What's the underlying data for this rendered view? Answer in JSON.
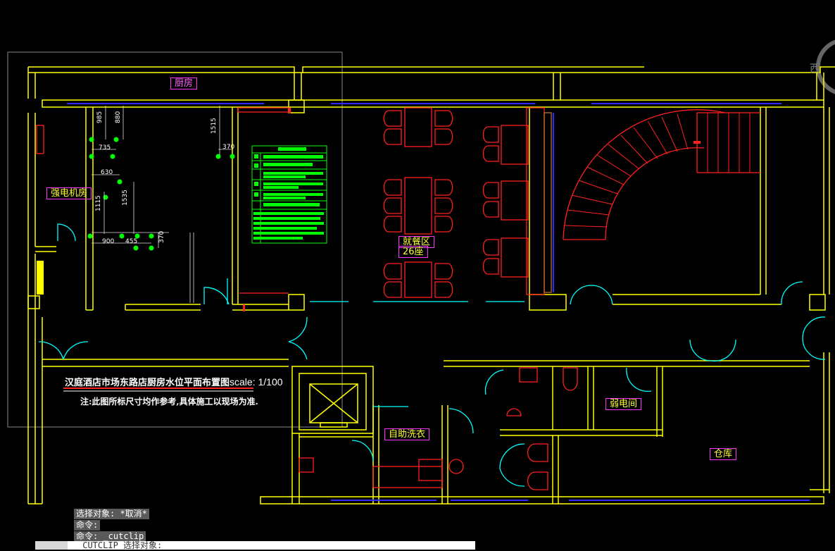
{
  "drawing": {
    "title": "汉庭酒店市场东路店厨房水位平面布置图",
    "scale": "scale: 1/100",
    "note": "注:此图所标尺寸均作参考,具体施工以现场为准."
  },
  "rooms": {
    "kitchen": "厨房",
    "power_room": "强电机房",
    "dining_area": "就餐区",
    "dining_seats": "26座",
    "weak_power_room": "弱电间",
    "self_laundry": "自助洗衣",
    "warehouse": "仓库"
  },
  "dimensions": [
    "985",
    "880",
    "735",
    "630",
    "1115",
    "1535",
    "900",
    "455",
    "370",
    "1515",
    "370"
  ],
  "compass": "西",
  "command_line": {
    "history": [
      "选择对象: *取消*",
      "命令:",
      "命令: _cutclip"
    ],
    "prompt": "_CUTCLIP 选择对象:"
  },
  "colors": {
    "wall": "#ffff00",
    "window": "#1a1aff",
    "furniture": "#ff0000",
    "door": "#00ffff",
    "fixture": "#00ff00",
    "dimension": "#ffffff",
    "label_frame": "#ff33ff"
  }
}
